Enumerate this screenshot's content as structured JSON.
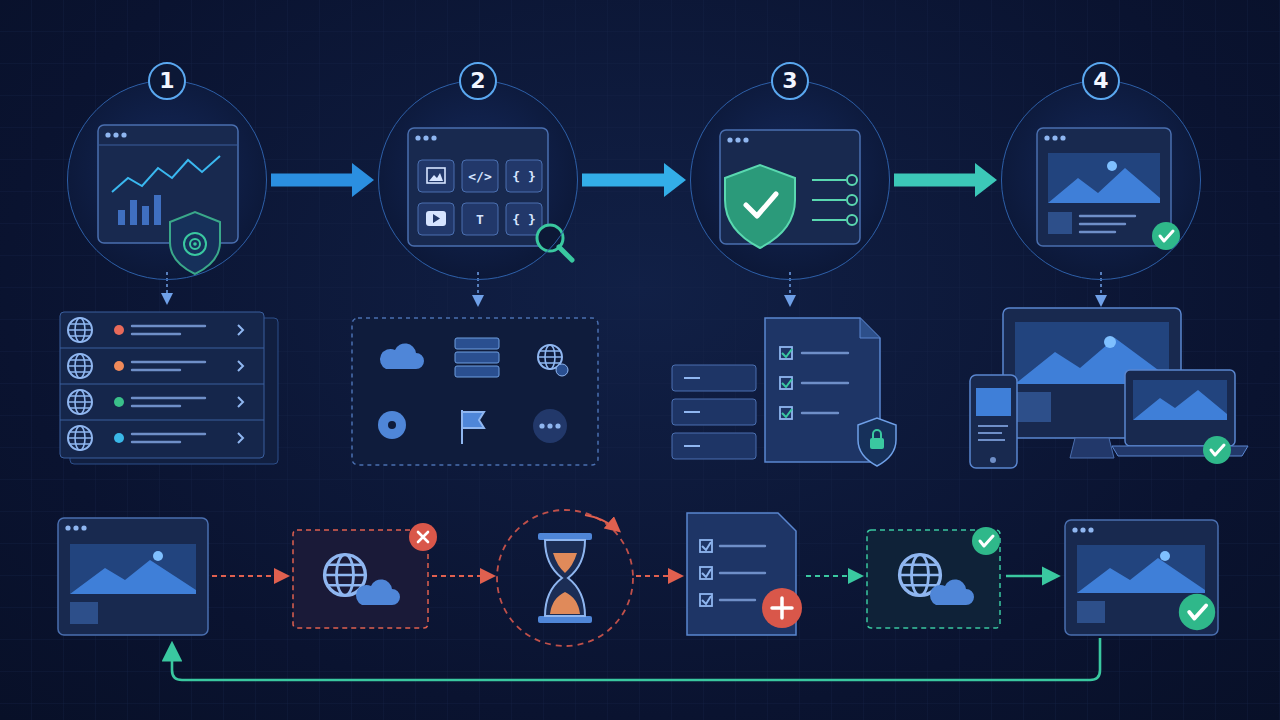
{
  "diagram": {
    "nodes": [
      {
        "text": [
          "1"
        ]
      },
      {
        "text": [
          "2"
        ]
      },
      {
        "text": [
          "3"
        ]
      },
      {
        "text": [
          "4"
        ]
      }
    ],
    "edges": [
      {
        "from": 0,
        "to": 1,
        "arrow": "to"
      },
      {
        "from": 1,
        "to": 2,
        "arrow": "to"
      },
      {
        "from": 2,
        "to": 3,
        "arrow": "to"
      }
    ],
    "labels": [
      "</>",
      "{ }",
      "T",
      "{ }"
    ]
  }
}
